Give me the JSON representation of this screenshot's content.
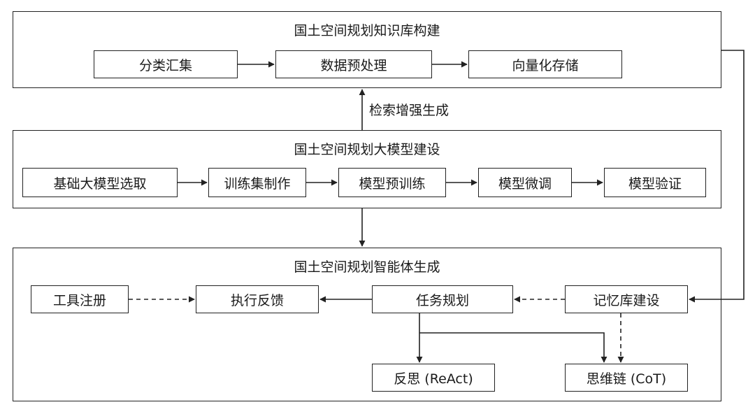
{
  "groups": {
    "kb": {
      "title": "国土空间规划知识库构建"
    },
    "model": {
      "title": "国土空间规划大模型建设"
    },
    "agent": {
      "title": "国土空间规划智能体生成"
    }
  },
  "nodes": {
    "classify": "分类汇集",
    "preprocess": "数据预处理",
    "vector_store": "向量化存储",
    "base_select": "基础大模型选取",
    "trainset": "训练集制作",
    "pretrain": "模型预训练",
    "finetune": "模型微调",
    "validate": "模型验证",
    "tool_register": "工具注册",
    "exec_feedback": "执行反馈",
    "task_plan": "任务规划",
    "memory_build": "记忆库建设",
    "reflect": "反思 (ReAct)",
    "cot": "思维链 (CoT)"
  },
  "edge_labels": {
    "rag": "检索增强生成"
  }
}
